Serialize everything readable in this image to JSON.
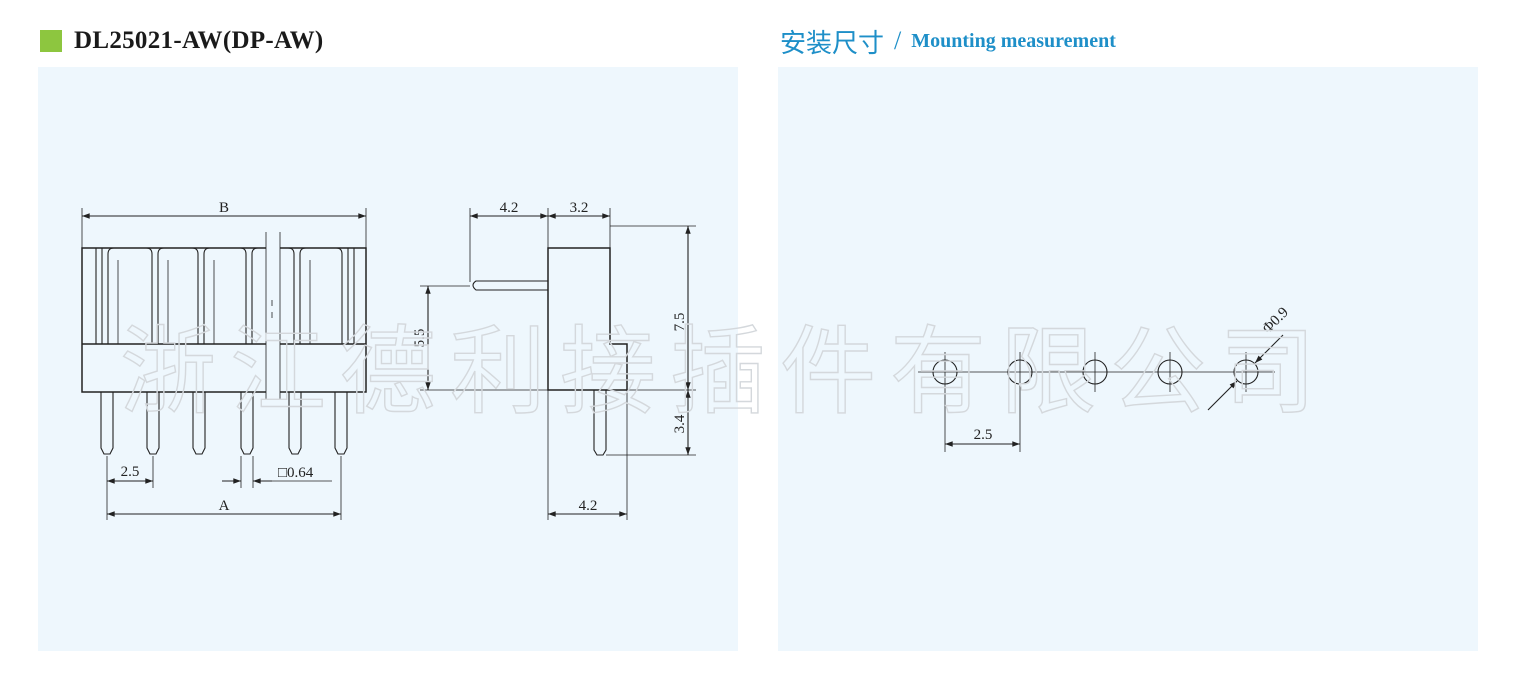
{
  "colors": {
    "accent_square": "#8dc63f",
    "heading_blue": "#1e8fc8",
    "panel_bg": "#eef7fd"
  },
  "header_left": {
    "part_number": "DL25021-AW(DP-AW)"
  },
  "header_right": {
    "title_cn": "安装尺寸",
    "separator": "/",
    "title_en": "Mounting measurement"
  },
  "front_view": {
    "dim_overall_width": "B",
    "dim_pin_span": "A",
    "dim_pitch": "2.5",
    "dim_pin_size": "□0.64"
  },
  "side_view": {
    "dim_top_left": "4.2",
    "dim_top_right": "3.2",
    "dim_height": "7.5",
    "dim_pin_height": "5.5",
    "dim_tail": "3.4",
    "dim_bottom": "4.2"
  },
  "mounting": {
    "dim_pitch": "2.5",
    "dim_hole": "Φ0.9"
  },
  "watermark": "浙江德利接插件有限公司"
}
